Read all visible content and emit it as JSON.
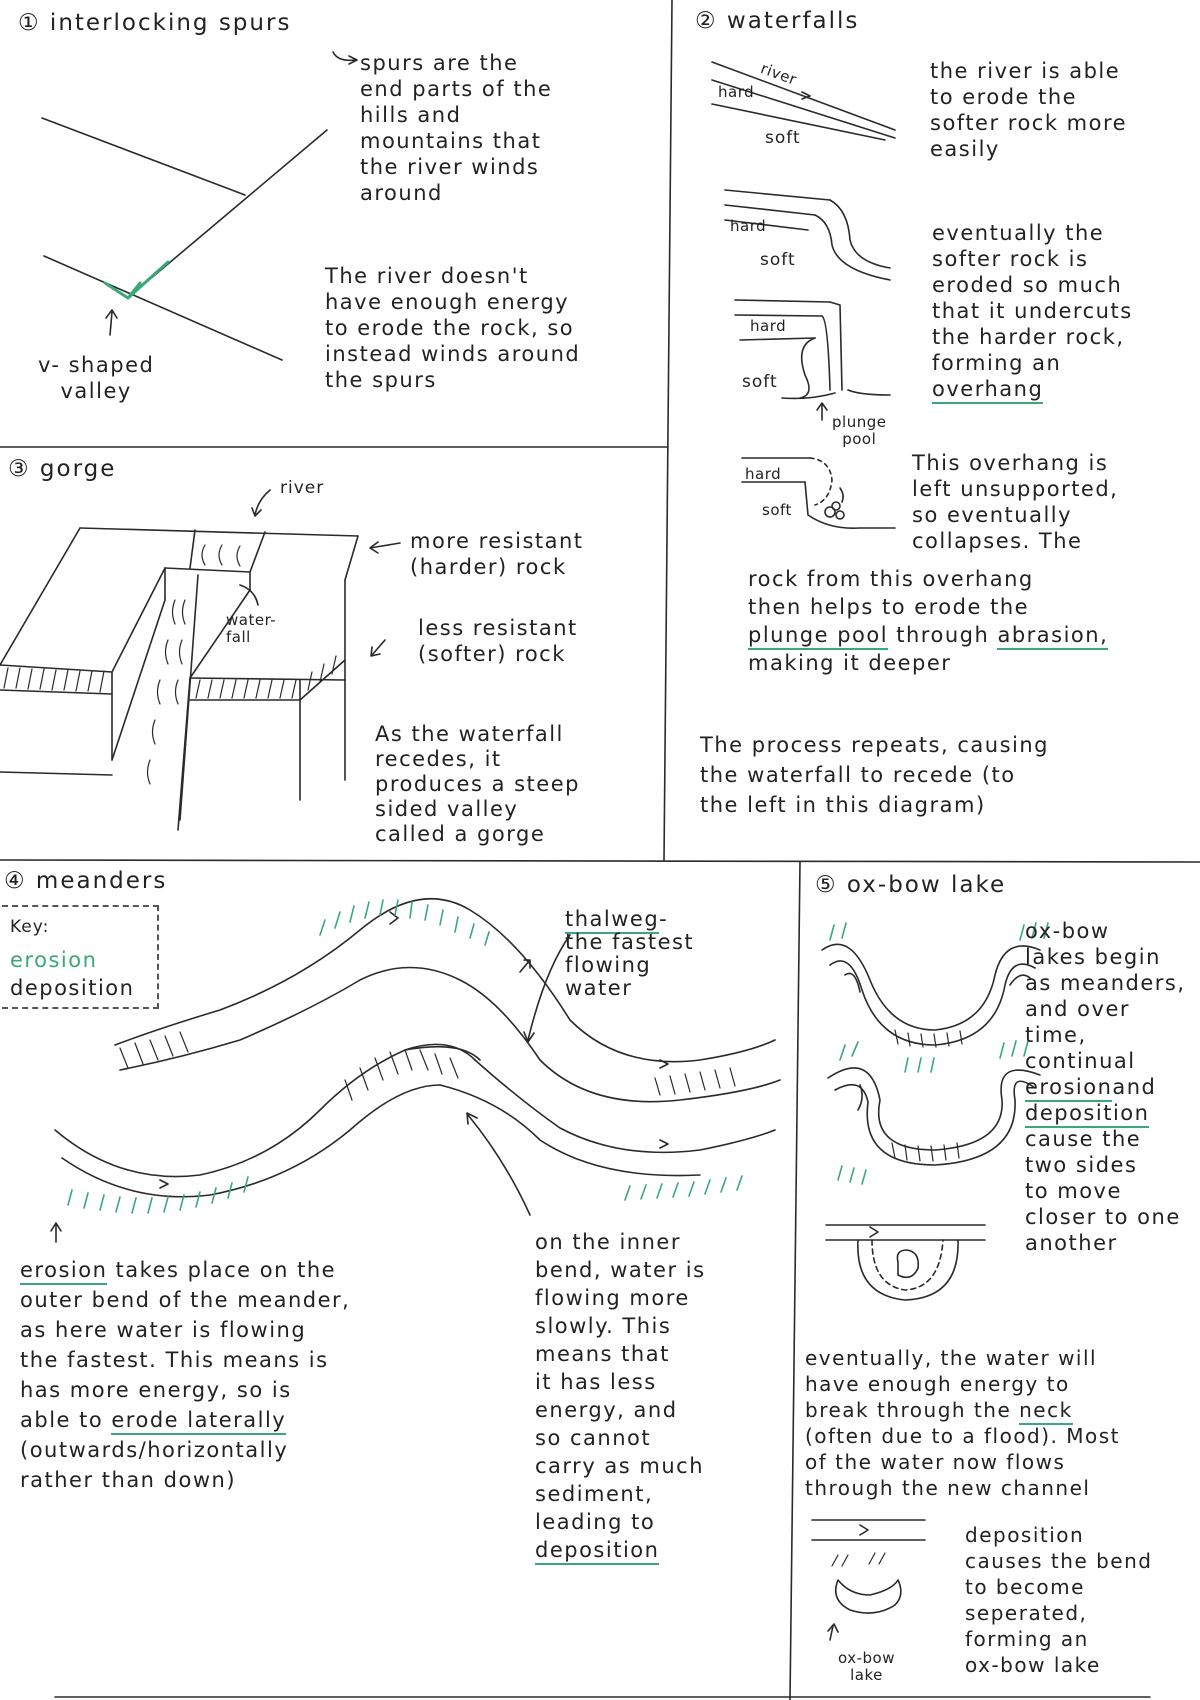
{
  "accent_color": "#3aa878",
  "spurs": {
    "title": "① interlocking spurs",
    "definition": "spurs are the\nend parts of the\nhills and\nmountains that\nthe river winds\naround",
    "explanation": "The river doesn't\nhave enough energy\nto erode the rock, so\ninstead winds around\nthe spurs",
    "valley_label": "v- shaped\nvalley"
  },
  "waterfalls": {
    "title": "② waterfalls",
    "labels": {
      "hard": "hard",
      "soft": "soft",
      "river": "river",
      "plunge_pool": "plunge\npool"
    },
    "step1": "the river is able\nto erode the\nsofter rock more\neasily",
    "step2_prefix": "eventually the\nsofter rock is\neroded so much\nthat it undercuts\nthe harder rock,\nforming an",
    "step2_term": "overhang",
    "step3": "This overhang is\nleft unsupported,\nso eventually\ncollapses. The",
    "step4_line1": "rock from this overhang",
    "step4_line2": "then helps to erode the",
    "step4_term1": "plunge pool",
    "step4_mid": " through ",
    "step4_term2": "abrasion,",
    "step4_line4": "making it deeper",
    "conclusion": "The process repeats, causing\nthe waterfall to recede (to\nthe left in this diagram)"
  },
  "gorge": {
    "title": "③ gorge",
    "river_label": "river",
    "waterfall_label": "water-\nfall",
    "hard_rock": "more resistant\n(harder) rock",
    "soft_rock": "less resistant\n(softer) rock",
    "explanation": "As the waterfall\nrecedes, it\nproduces a steep\nsided valley\ncalled a gorge"
  },
  "meanders": {
    "title": "④ meanders",
    "key_title": "Key:",
    "key_erosion": "erosion",
    "key_deposition": "deposition",
    "thalweg_term": "thalweg",
    "thalweg_def": "-\nthe fastest\nflowing\nwater",
    "outer_term": "erosion",
    "outer_text_1": " takes place on the\nouter bend of the meander,\nas here water is flowing\nthe fastest. This means is\nhas more energy, so is\nable to ",
    "outer_term2": "erode laterally",
    "outer_text_2": "\n(outwards/horizontally\nrather than down)",
    "inner_text": "on the inner\nbend, water is\nflowing more\nslowly. This\nmeans that\nit has less\nenergy, and\nso cannot\ncarry as much\nsediment,\nleading to",
    "inner_term": "deposition"
  },
  "oxbow": {
    "title": "⑤ ox-bow lake",
    "intro": "ox-bow\nlakes begin\nas meanders,\nand over\ntime,\ncontinual",
    "term_erosion": "erosion",
    "and_word": "and",
    "term_deposition": "deposition",
    "intro_end": "cause the\ntwo sides\nto move\ncloser to one\nanother",
    "neck_text_1": "eventually, the water will\nhave enough energy to\nbreak through the ",
    "neck_term": "neck",
    "neck_text_2": "\n(often due to a flood). Most\nof the water now flows\nthrough the new channel",
    "final": "deposition\ncauses the bend\nto become\nseperated,\nforming an\nox-bow lake",
    "lake_label": "ox-bow\nlake"
  }
}
